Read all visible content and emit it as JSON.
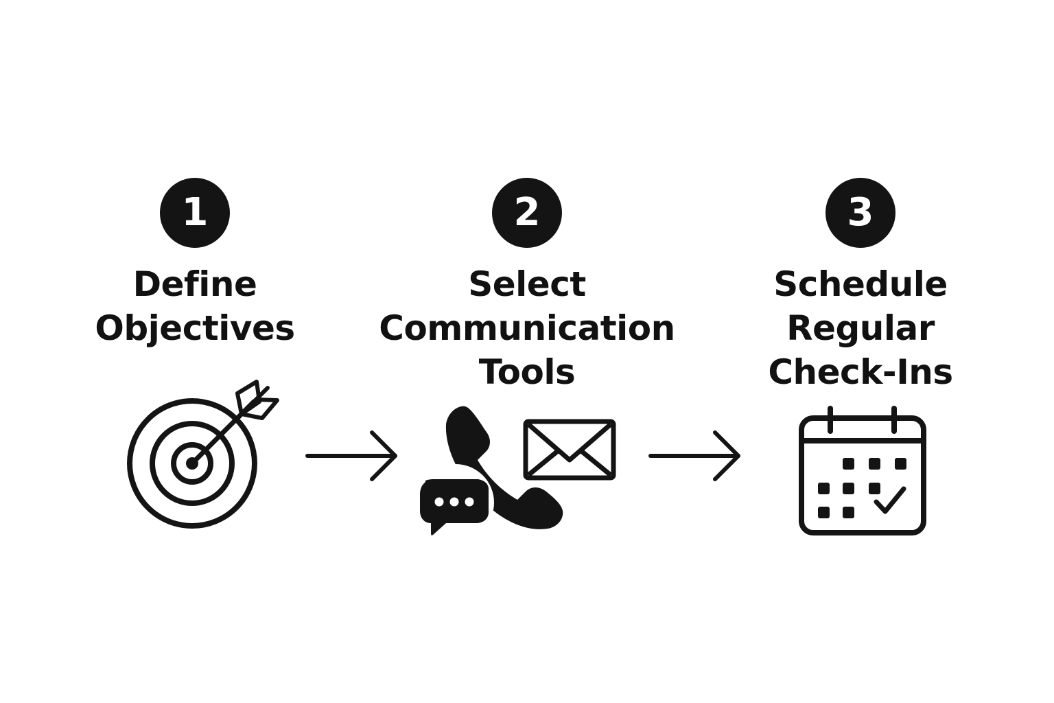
{
  "steps": [
    {
      "number": "1",
      "title_lines": [
        "Define",
        "Objectives"
      ],
      "icon": "target-arrow-icon"
    },
    {
      "number": "2",
      "title_lines": [
        "Select",
        "Communication",
        "Tools"
      ],
      "icon": "communication-tools-icon"
    },
    {
      "number": "3",
      "title_lines": [
        "Schedule",
        "Regular",
        "Check-Ins"
      ],
      "icon": "calendar-check-icon"
    }
  ],
  "connectors": [
    "arrow-right-icon",
    "arrow-right-icon"
  ],
  "colors": {
    "ink": "#141414",
    "background": "#ffffff"
  }
}
